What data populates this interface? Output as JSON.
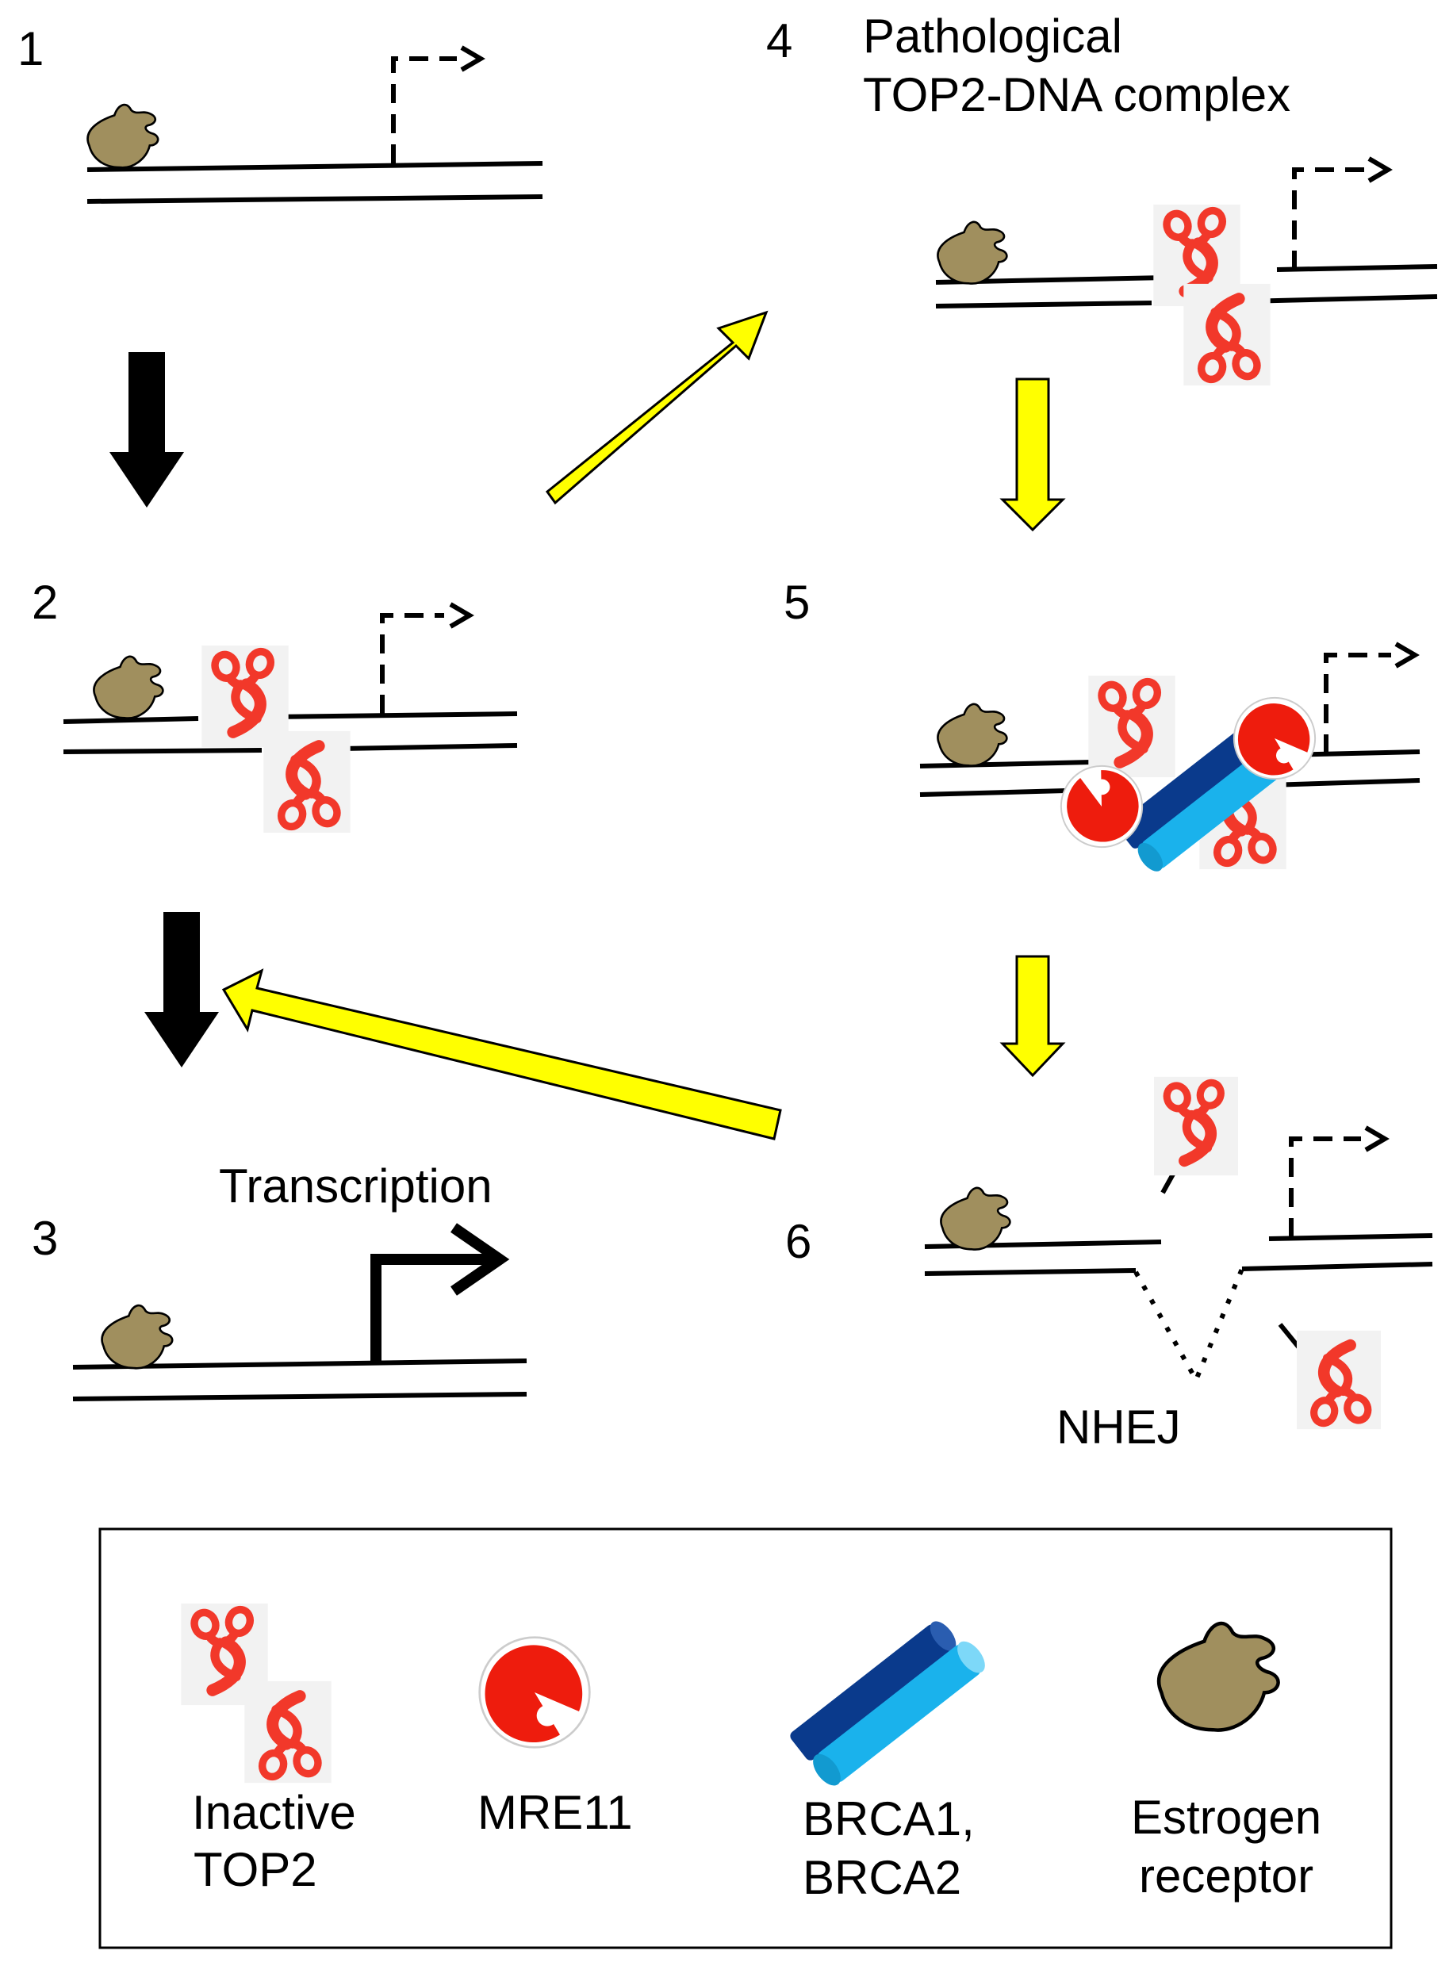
{
  "steps": [
    {
      "number": "1"
    },
    {
      "number": "2"
    },
    {
      "number": "3",
      "caption": "Transcription"
    },
    {
      "number": "4",
      "caption_line1": "Pathological",
      "caption_line2": "TOP2-DNA complex"
    },
    {
      "number": "5"
    },
    {
      "number": "6",
      "caption": "NHEJ"
    }
  ],
  "legend": {
    "items": [
      {
        "icon": "top2-icon",
        "line1": "Inactive",
        "line2": "TOP2"
      },
      {
        "icon": "mre11-icon",
        "line1": "MRE11",
        "line2": ""
      },
      {
        "icon": "brca-icon",
        "line1": "BRCA1,",
        "line2": "BRCA2"
      },
      {
        "icon": "estrogen-receptor-icon",
        "line1": "Estrogen",
        "line2": "receptor"
      }
    ]
  },
  "colors": {
    "estrogen_receptor": "#a08f5e",
    "top2": "#f2382a",
    "mre11": "#ee1c0d",
    "brca_dark": "#0a3a8c",
    "brca_light": "#1ab2ec",
    "arrow_yellow": "#ffff00",
    "arrow_black": "#000000"
  }
}
